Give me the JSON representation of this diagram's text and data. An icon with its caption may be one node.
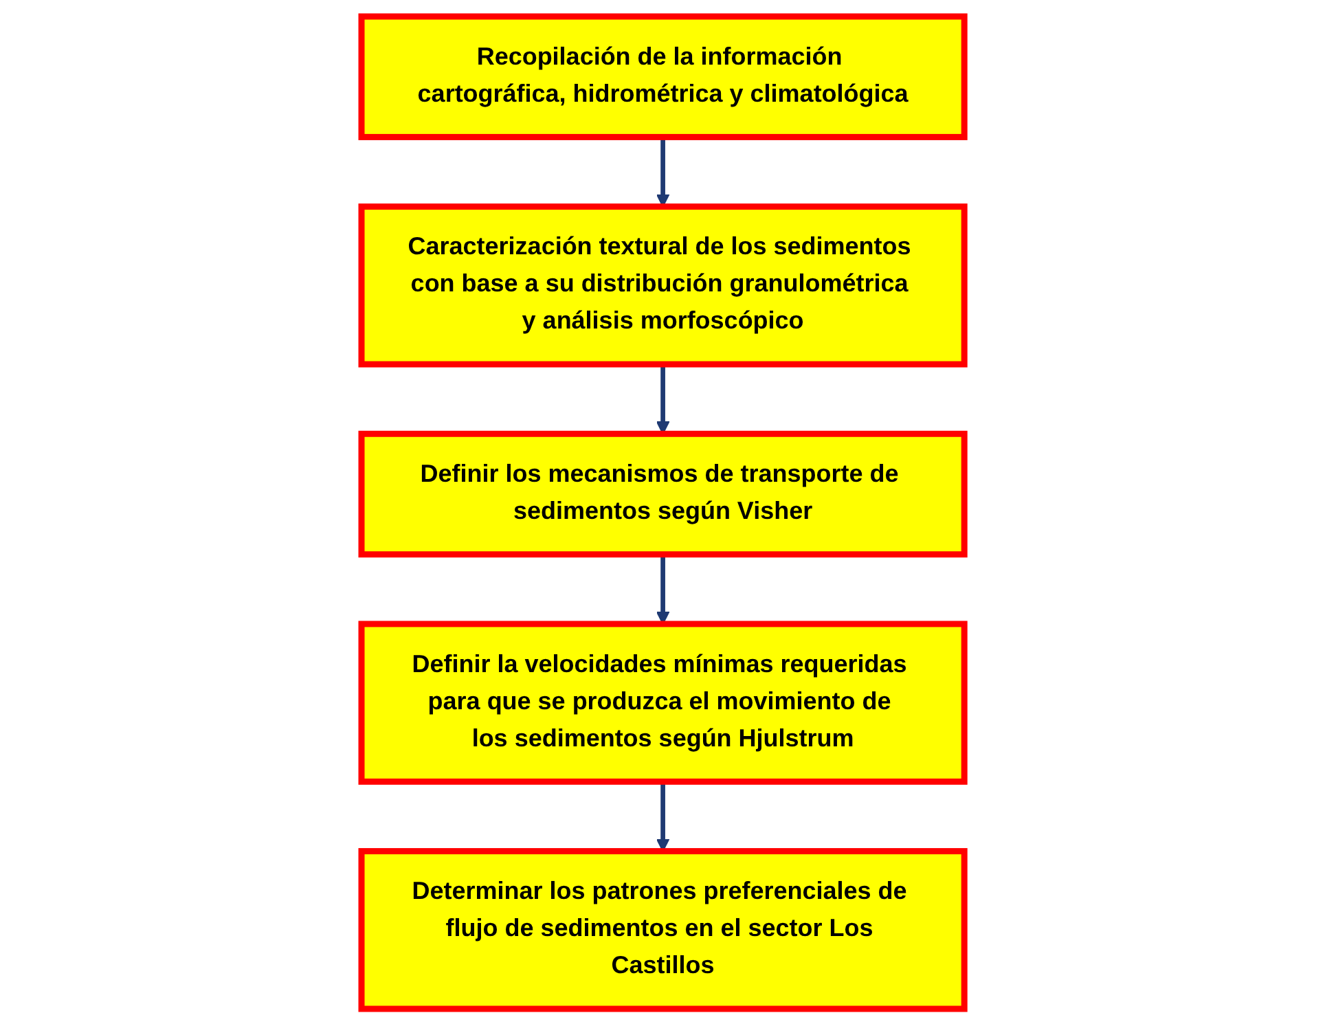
{
  "diagram": {
    "nodes": [
      {
        "text": [
          "Recopilación de la información cartográfica, hidrométrica y climatológica"
        ]
      },
      {
        "text": [
          "Caracterización textural de los sedimentos con base a su distribución granulométrica y análisis morfoscópico"
        ]
      },
      {
        "text": [
          "Definir los mecanismos de transporte de sedimentos según Visher"
        ]
      },
      {
        "text": [
          "Definir la velocidades mínimas requeridas para que se produzca el movimiento de los sedimentos según Hjulstrum"
        ]
      },
      {
        "text": [
          "Determinar los patrones preferenciales de flujo de sedimentos en el sector Los Castillos"
        ]
      }
    ],
    "edges": [
      {
        "from": 0,
        "to": 1,
        "arrow": "to"
      },
      {
        "from": 1,
        "to": 2,
        "arrow": "to"
      },
      {
        "from": 2,
        "to": 3,
        "arrow": "to"
      },
      {
        "from": 3,
        "to": 4,
        "arrow": "to"
      }
    ]
  }
}
